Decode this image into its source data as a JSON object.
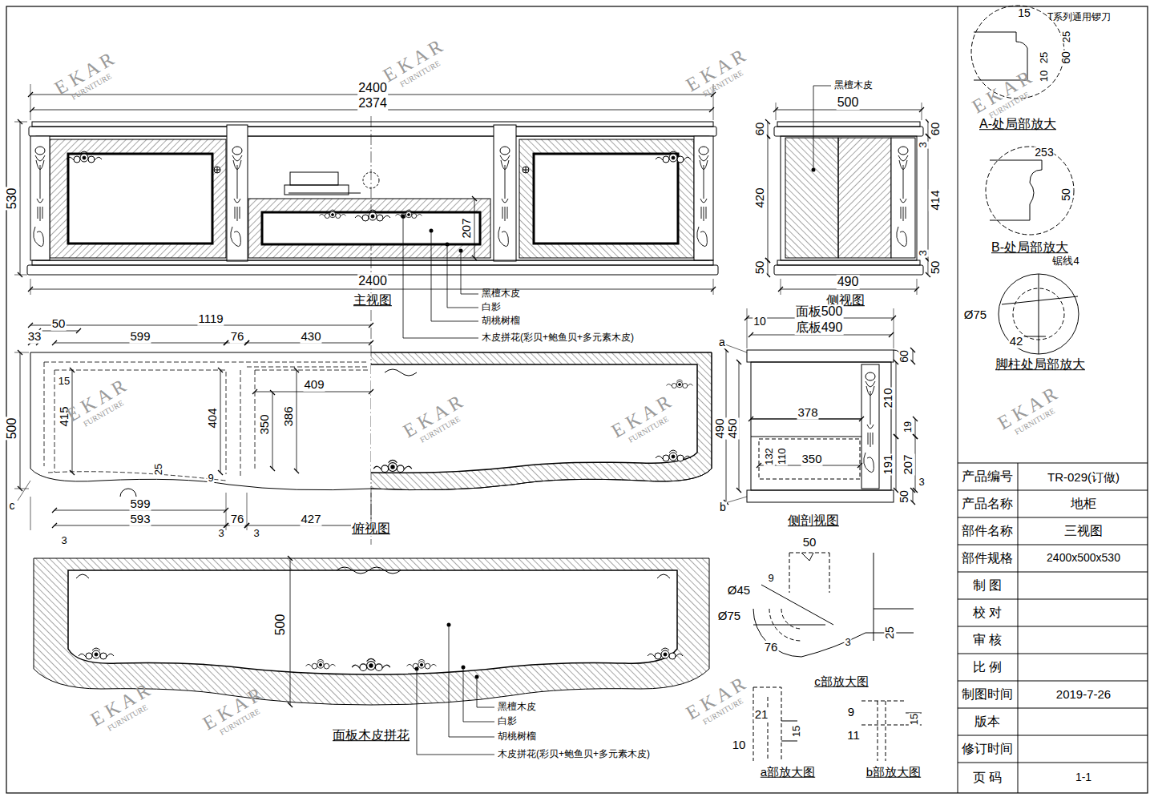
{
  "diagram": {
    "labels": [
      "2400",
      "2374",
      "530",
      "207",
      "2400",
      "主视图",
      "黑檀木皮",
      "白影",
      "胡桃树榴",
      "木皮拼花(彩贝+鲍鱼贝+多元素木皮)",
      "黑檀木皮",
      "500",
      "60",
      "420",
      "50",
      "60",
      "3",
      "414",
      "3",
      "50",
      "490",
      "侧视图",
      "1119",
      "33",
      "50",
      "599",
      "76",
      "430",
      "15",
      "415",
      "404",
      "409",
      "350",
      "386",
      "25",
      "9",
      "500",
      "599",
      "593",
      "3",
      "3",
      "76",
      "3",
      "427",
      "俯视图",
      "c",
      "面板500",
      "底板490",
      "10",
      "a",
      "60",
      "490",
      "450",
      "378",
      "210",
      "19",
      "132",
      "110",
      "350",
      "191",
      "207",
      "3",
      "50",
      "b",
      "侧剖视图",
      "500",
      "面板木皮拼花",
      "黑檀木皮",
      "白影",
      "胡桃树榴",
      "木皮拼花(彩贝+鲍鱼贝+多元素木皮)",
      "50",
      "Ø45",
      "9",
      "Ø75",
      "76",
      "3",
      "25",
      "c部放大图",
      "21",
      "15",
      "10",
      "a部放大图",
      "9",
      "11",
      "15",
      "b部放大图",
      "15",
      "T系列通用锣刀",
      "25",
      "60",
      "25",
      "10",
      "A-处局部放大",
      "253",
      "50",
      "B-处局部放大",
      "锯线4",
      "Ø75",
      "42",
      "脚柱处局部放大",
      "产品编号",
      "TR-029(订做)",
      "产品名称",
      "地柜",
      "部件名称",
      "三视图",
      "部件规格",
      "2400x500x530",
      "制 图",
      "校 对",
      "审 核",
      "比 例",
      "制图时间",
      "2019-7-26",
      "版本",
      "修订时间",
      "页 码",
      "1-1",
      "E K A R",
      "FURNITURE",
      "E K A R",
      "FURNITURE",
      "E K A R",
      "FURNITURE",
      "E K A R",
      "FURNITURE",
      "E K A R",
      "FURNITURE",
      "E K A R",
      "FURNITURE",
      "E K A R",
      "FURNITURE",
      "E K A R",
      "FURNITURE",
      "E K A R",
      "FURNITURE",
      "E K A R",
      "FURNITURE",
      "E K A R",
      "FURNITURE"
    ]
  }
}
